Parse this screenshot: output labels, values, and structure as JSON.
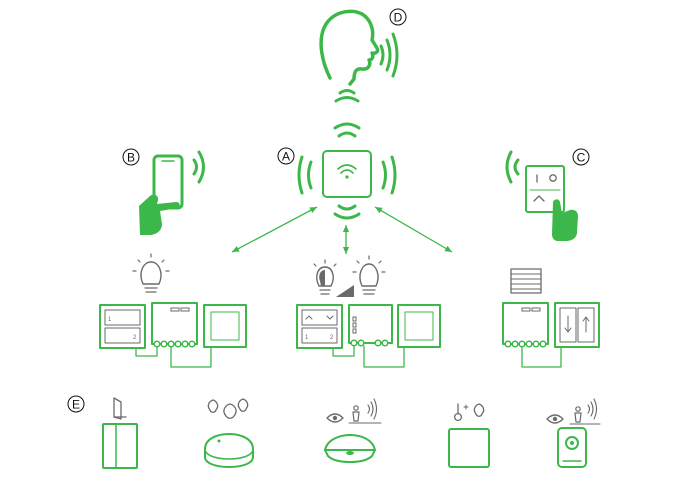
{
  "labels": {
    "a": "A",
    "b": "B",
    "c": "C",
    "d": "D",
    "e": "E"
  },
  "colors": {
    "accent": "#3cb84a",
    "gray": "#6a6a6a"
  },
  "icons": {
    "voice": "speaking-head-icon",
    "hub": "wifi-hub-icon",
    "phone": "hand-holding-smartphone-icon",
    "wall_panel": "hand-pressing-wall-switch-icon",
    "light": "light-bulb-icon",
    "dimmer": "dimmer-bulb-icon",
    "blind": "roller-blind-icon",
    "door_sensor": "door-contact-sensor-icon",
    "water_sensor": "water-leak-sensor-icon",
    "motion_sensor": "ceiling-motion-sensor-icon",
    "temp_sensor": "temperature-humidity-sensor-icon",
    "camera": "motion-camera-icon"
  }
}
